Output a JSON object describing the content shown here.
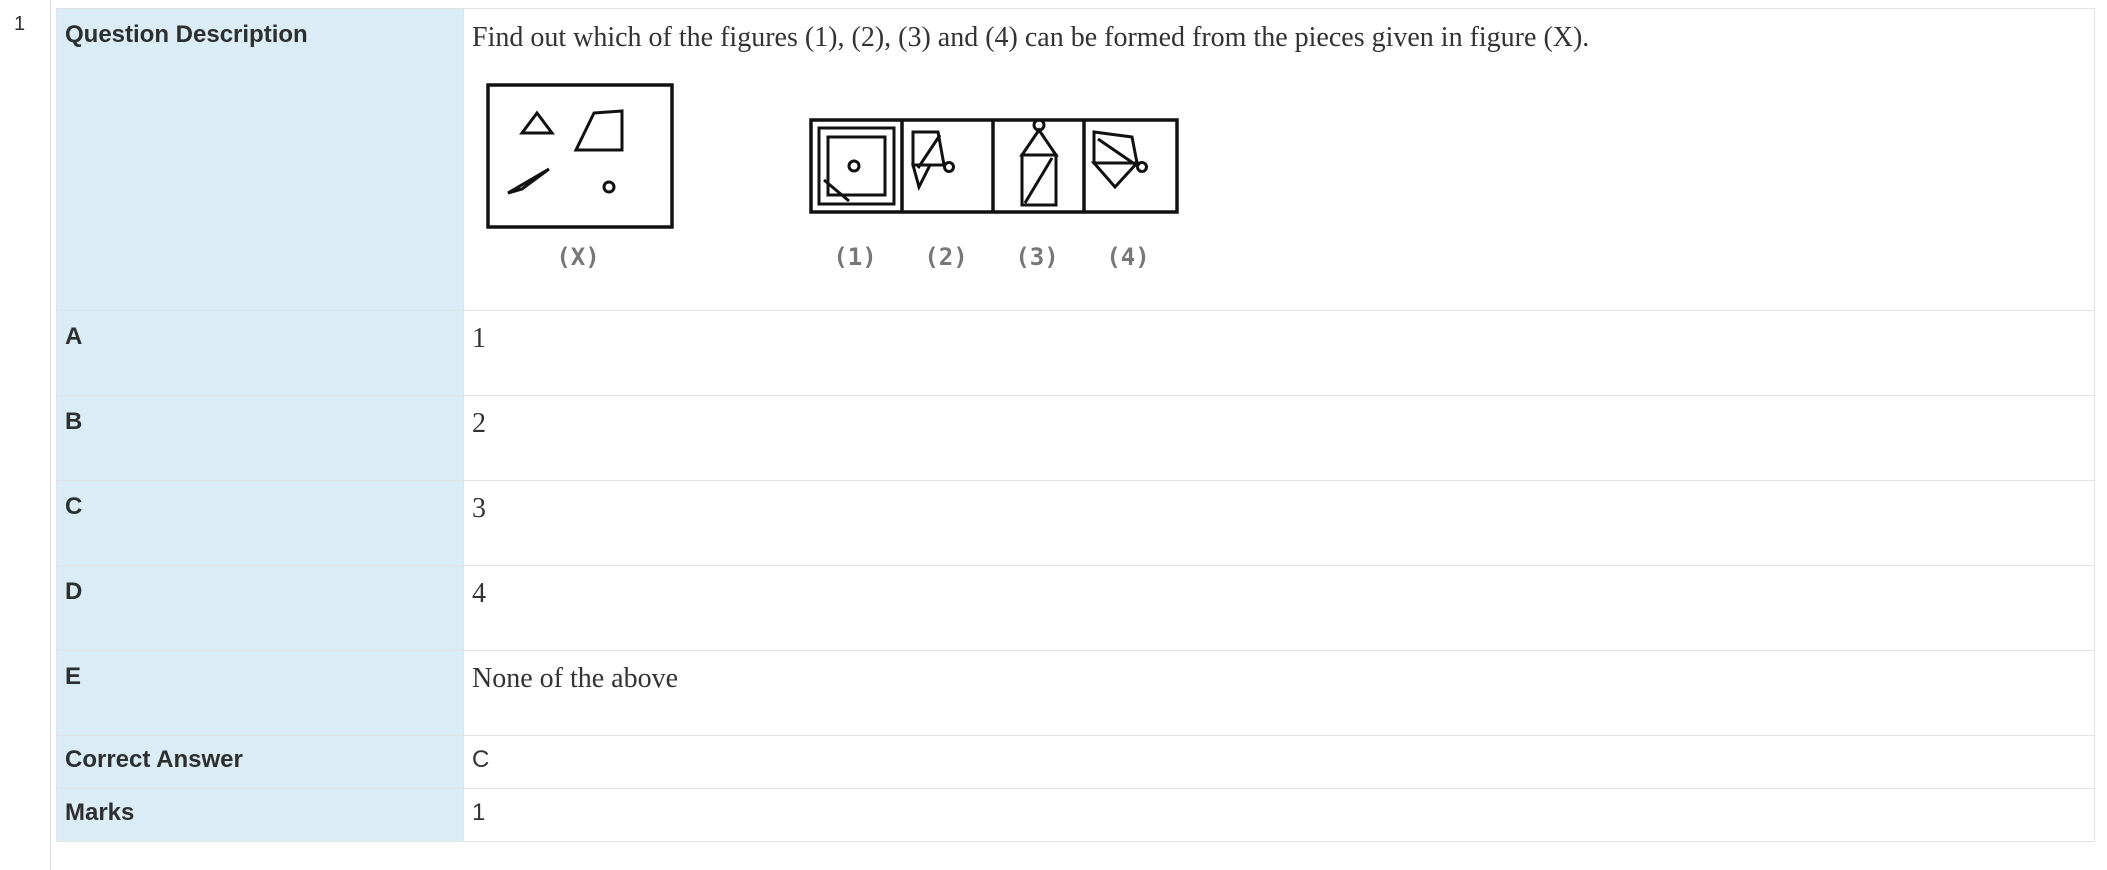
{
  "question": {
    "number": "1",
    "rows": {
      "description": {
        "label": "Question Description",
        "text": "Find out which of the figures (1), (2), (3) and (4) can be formed from the pieces given in figure (X).",
        "figure_captions": {
          "x": "(X)",
          "f1": "(1)",
          "f2": "(2)",
          "f3": "(3)",
          "f4": "(4)"
        }
      },
      "a": {
        "label": "A",
        "value": "1"
      },
      "b": {
        "label": "B",
        "value": "2"
      },
      "c": {
        "label": "C",
        "value": "3"
      },
      "d": {
        "label": "D",
        "value": "4"
      },
      "e": {
        "label": "E",
        "value": "None of the above"
      },
      "correct": {
        "label": "Correct Answer",
        "value": "C"
      },
      "marks": {
        "label": "Marks",
        "value": "1"
      }
    }
  },
  "colors": {
    "label_bg": "#daedf6",
    "border": "#e3e3e3"
  }
}
